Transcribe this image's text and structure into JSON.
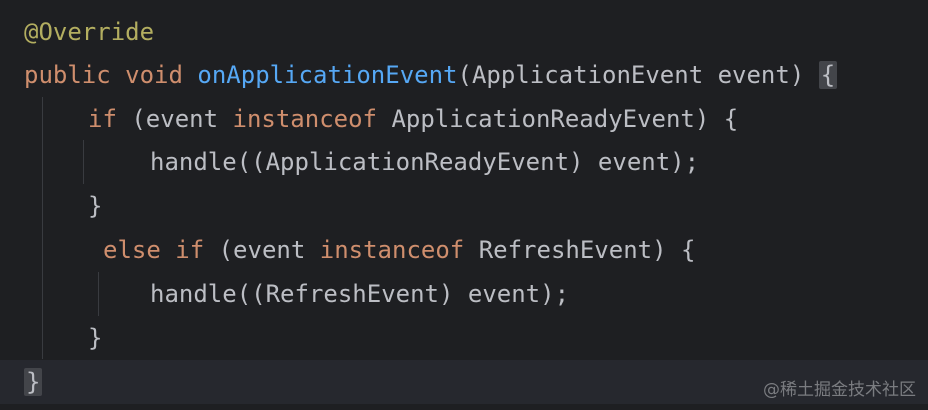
{
  "code": {
    "line1": {
      "annotation": "@Override"
    },
    "line2": {
      "kw_public": "public",
      "kw_void": "void",
      "method_name": "onApplicationEvent",
      "params": "(ApplicationEvent event) ",
      "open_brace": "{"
    },
    "line3": {
      "kw_if": "if",
      "cond_open": " (event ",
      "kw_instanceof": "instanceof",
      "cond_close": " ApplicationReadyEvent) {"
    },
    "line4": {
      "statement": "handle((ApplicationReadyEvent) event);"
    },
    "line5": {
      "close_brace": "}"
    },
    "line6": {
      "kw_else": "else",
      "kw_if": "if",
      "cond_open": " (event ",
      "kw_instanceof": "instanceof",
      "cond_close": " RefreshEvent) {"
    },
    "line7": {
      "statement": "handle((RefreshEvent) event);"
    },
    "line8": {
      "close_brace": "}"
    },
    "line9": {
      "close_brace": "}"
    }
  },
  "watermark": "@稀土掘金技术社区",
  "colors": {
    "background": "#1e1f22",
    "keyword": "#cf8e6d",
    "annotation": "#b3ae60",
    "method": "#56a8f5",
    "text": "#bcbec4"
  }
}
